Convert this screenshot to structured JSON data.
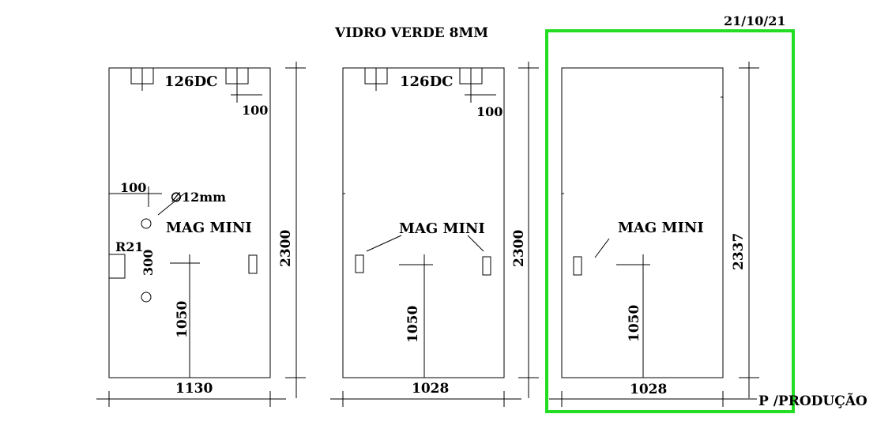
{
  "header": {
    "title": "VIDRO VERDE 8MM",
    "date": "21/10/21"
  },
  "footer": {
    "status": "P /PRODUÇÃO"
  },
  "colors": {
    "highlight": "#22dd22",
    "line": "#000000"
  },
  "panels": [
    {
      "hardware_label": "126DC",
      "offset_top": "100",
      "offset_left": "100",
      "hole_label": "∅12mm",
      "radius_label": "R21",
      "hole_spacing": "300",
      "magnet_label": "MAG MINI",
      "handle_height": "1050",
      "height": "2300",
      "width": "1130"
    },
    {
      "hardware_label": "126DC",
      "offset_top": "100",
      "magnet_label": "MAG MINI",
      "handle_height": "1050",
      "height": "2300",
      "width": "1028"
    },
    {
      "magnet_label": "MAG MINI",
      "handle_height": "1050",
      "height": "2337",
      "width": "1028"
    }
  ]
}
